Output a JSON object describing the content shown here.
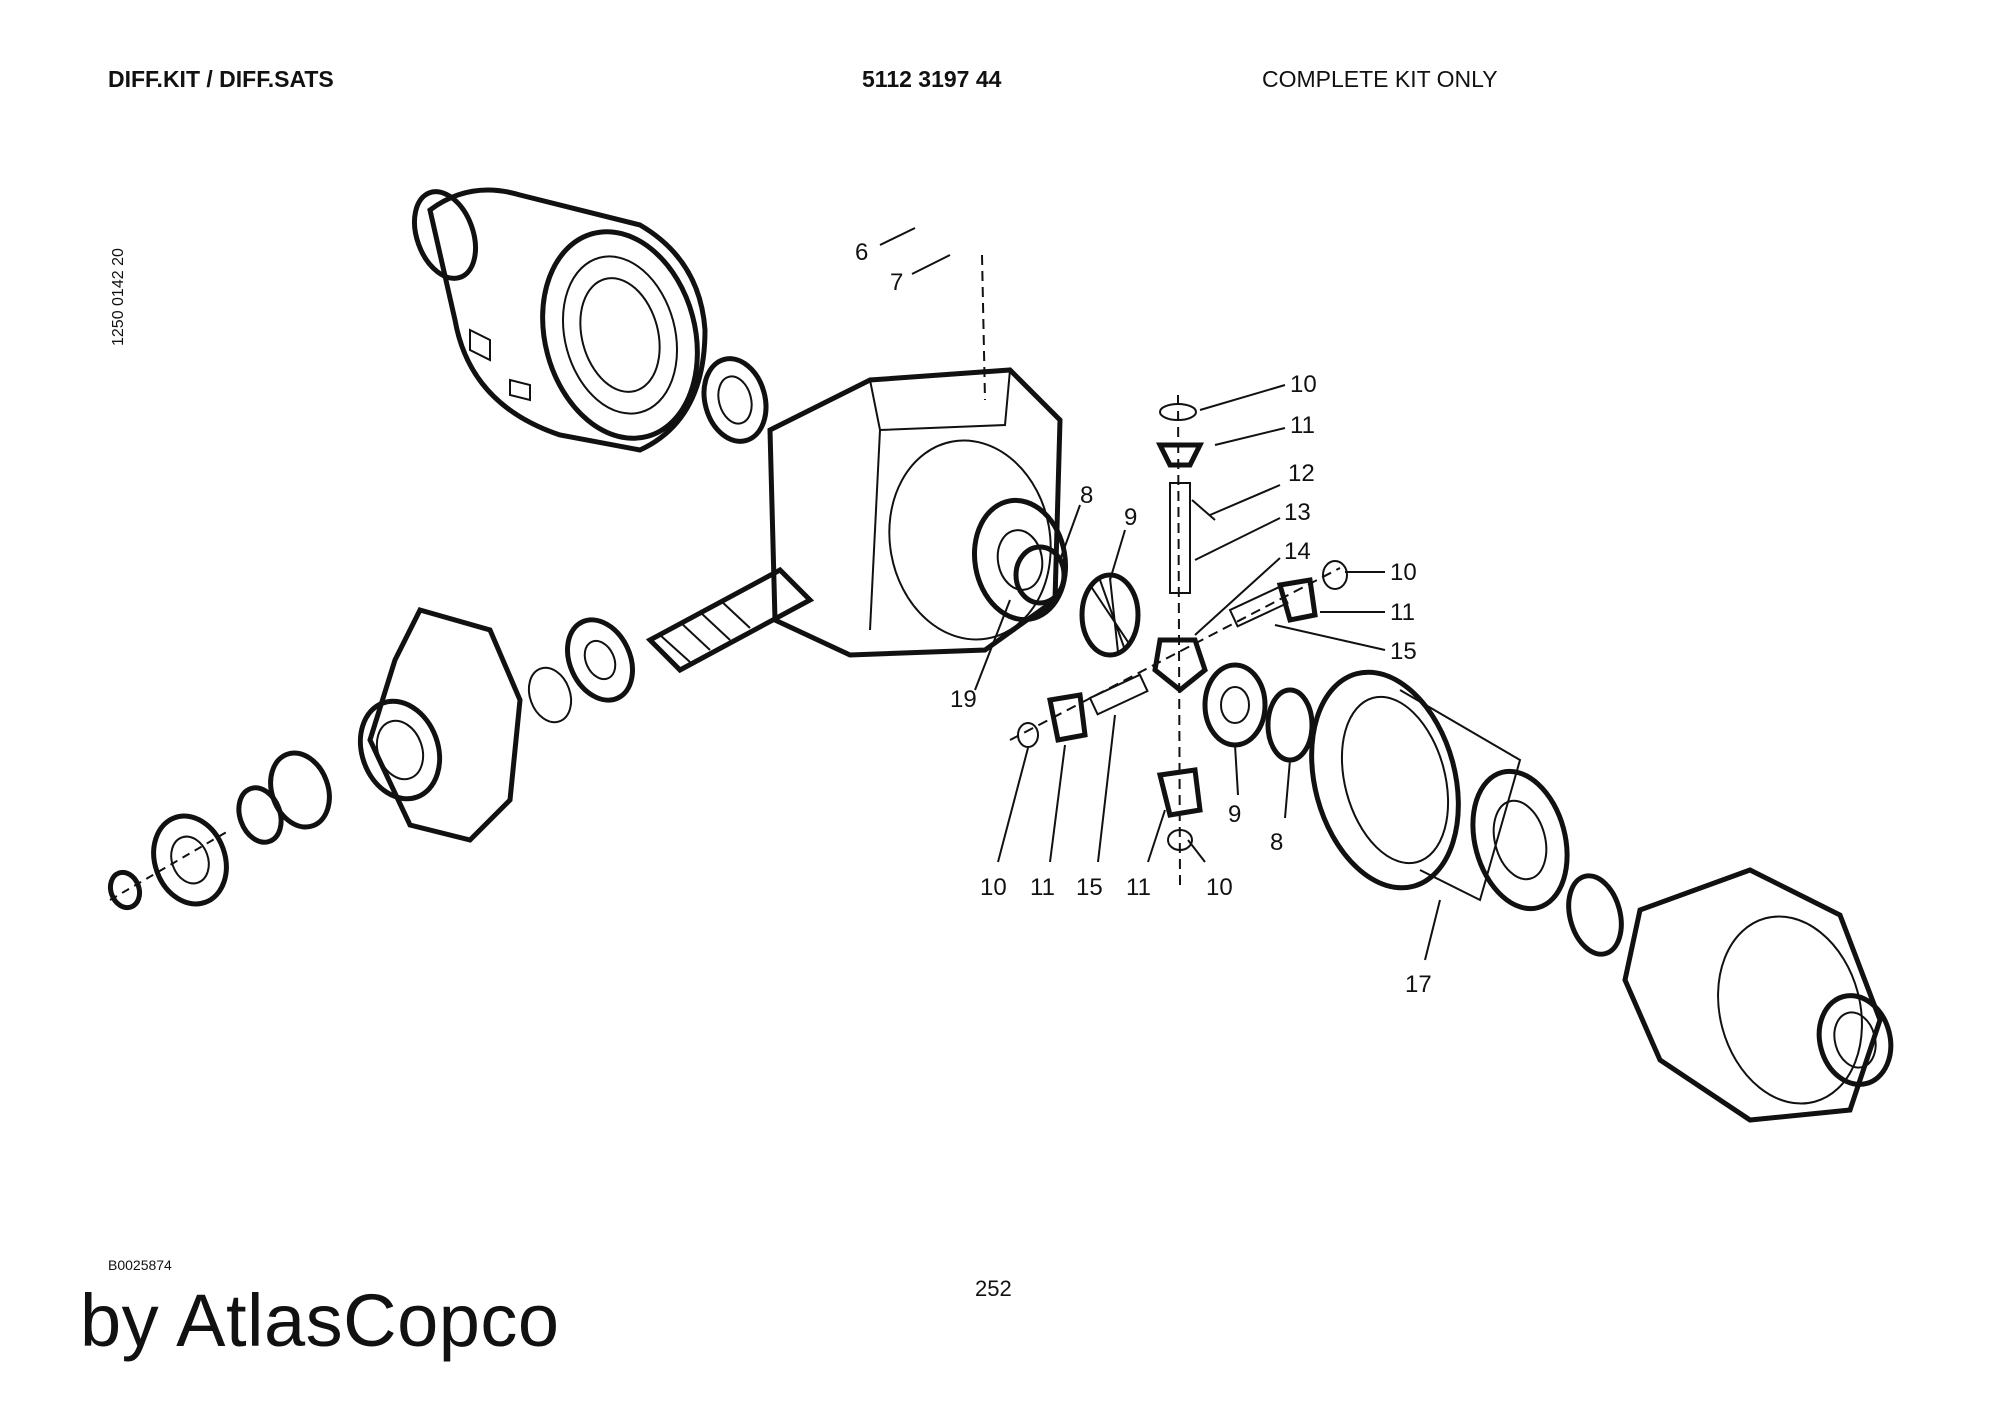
{
  "header": {
    "title": "DIFF.KIT / DIFF.SATS",
    "part_number": "5112 3197 44",
    "note": "COMPLETE KIT ONLY"
  },
  "side_code": "1250 0142 20",
  "drawing_ref": "B0025874",
  "page_number": "252",
  "brand": "by AtlasCopco",
  "callouts": {
    "c6": "6",
    "c7": "7",
    "c8a": "8",
    "c9a": "9",
    "c10a": "10",
    "c11a": "11",
    "c12": "12",
    "c13": "13",
    "c14": "14",
    "c10b": "10",
    "c11b": "11",
    "c15a": "15",
    "c19": "19",
    "c9b": "9",
    "c8b": "8",
    "c10c": "10",
    "c11c": "11",
    "c15b": "15",
    "c11d": "11",
    "c10d": "10",
    "c17": "17"
  }
}
